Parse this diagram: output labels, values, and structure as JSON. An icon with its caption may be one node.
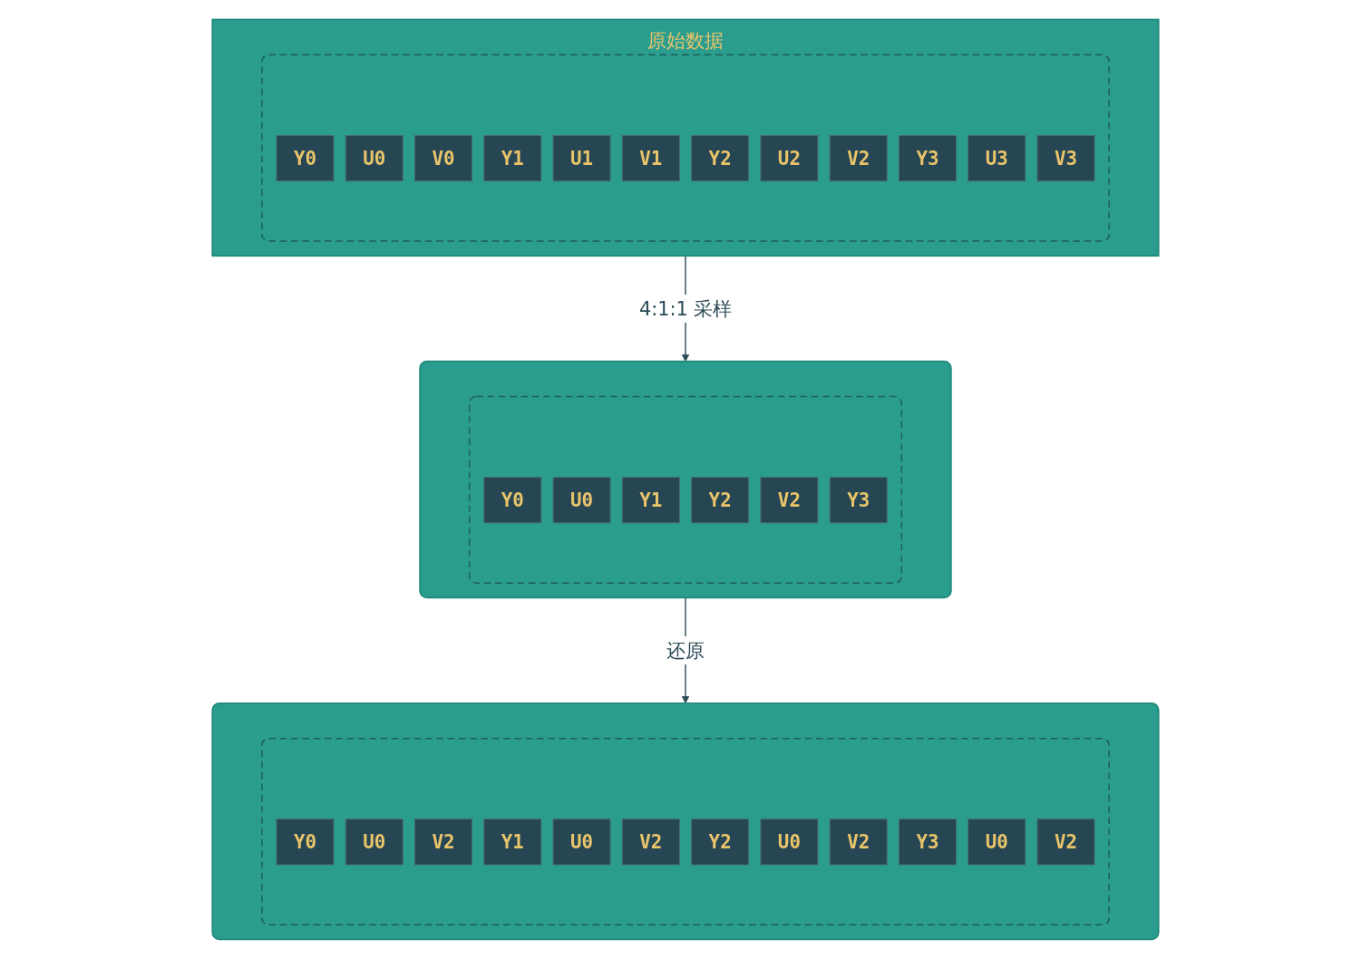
{
  "diagram": {
    "nodes": [
      {
        "text": [
          "原始数据"
        ]
      },
      {
        "text": [],
        "shape": "box",
        "in": 0
      },
      {
        "text": [
          "Y0"
        ],
        "in": 1
      },
      {
        "text": [
          "U0"
        ],
        "in": 1
      },
      {
        "text": [
          "V0"
        ],
        "in": 1
      },
      {
        "text": [
          "Y1"
        ],
        "in": 1
      },
      {
        "text": [
          "U1"
        ],
        "in": 1
      },
      {
        "text": [
          "V1"
        ],
        "in": 1
      },
      {
        "text": [
          "Y2"
        ],
        "in": 1
      },
      {
        "text": [
          "U2"
        ],
        "in": 1
      },
      {
        "text": [
          "V2"
        ],
        "in": 1
      },
      {
        "text": [
          "Y3"
        ],
        "in": 1
      },
      {
        "text": [
          "U3"
        ],
        "in": 1
      },
      {
        "text": [
          "V3"
        ],
        "in": 1
      },
      {
        "text": [],
        "shape": "box"
      },
      {
        "text": [],
        "shape": "box",
        "in": 14
      },
      {
        "text": [
          "Y0"
        ],
        "in": 15
      },
      {
        "text": [
          "U0"
        ],
        "in": 15
      },
      {
        "text": [
          "Y1"
        ],
        "in": 15
      },
      {
        "text": [
          "Y2"
        ],
        "in": 15
      },
      {
        "text": [
          "V2"
        ],
        "in": 15
      },
      {
        "text": [
          "Y3"
        ],
        "in": 15
      },
      {
        "text": [],
        "shape": "box"
      },
      {
        "text": [],
        "shape": "box",
        "in": 22
      },
      {
        "text": [
          "Y0"
        ],
        "in": 23
      },
      {
        "text": [
          "U0"
        ],
        "in": 23
      },
      {
        "text": [
          "V2"
        ],
        "in": 23
      },
      {
        "text": [
          "Y1"
        ],
        "in": 23
      },
      {
        "text": [
          "U0"
        ],
        "in": 23
      },
      {
        "text": [
          "V2"
        ],
        "in": 23
      },
      {
        "text": [
          "Y2"
        ],
        "in": 23
      },
      {
        "text": [
          "U0"
        ],
        "in": 23
      },
      {
        "text": [
          "V2"
        ],
        "in": 23
      },
      {
        "text": [
          "Y3"
        ],
        "in": 23
      },
      {
        "text": [
          "U0"
        ],
        "in": 23
      },
      {
        "text": [
          "V2"
        ],
        "in": 23
      }
    ],
    "edges": [
      {
        "from": 0,
        "to": 14,
        "arrow": "to",
        "label": "4:1:1 采样"
      },
      {
        "from": 14,
        "to": 22,
        "arrow": "to",
        "label": "还原"
      }
    ]
  }
}
